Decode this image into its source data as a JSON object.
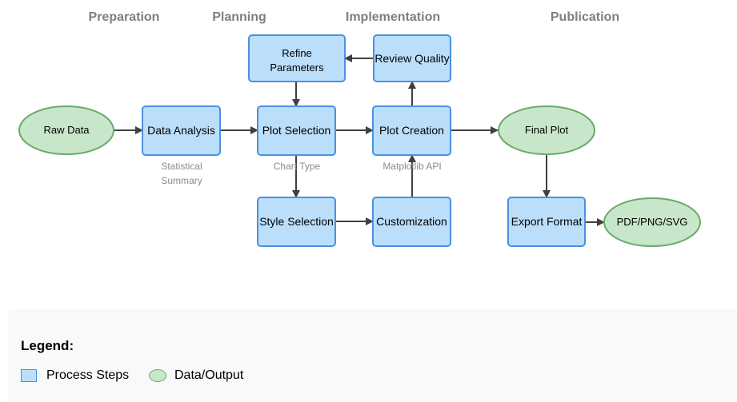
{
  "phases": {
    "preparation": "Preparation",
    "planning": "Planning",
    "implementation": "Implementation",
    "publication": "Publication"
  },
  "nodes": {
    "raw_data": "Raw Data",
    "data_analysis": "Data Analysis",
    "refine_line1": "Refine",
    "refine_line2": "Parameters",
    "plot_selection": "Plot Selection",
    "review_quality": "Review Quality",
    "plot_creation": "Plot Creation",
    "final_plot": "Final Plot",
    "style_selection": "Style Selection",
    "customization": "Customization",
    "export_format": "Export Format",
    "pdf_png_svg": "PDF/PNG/SVG"
  },
  "annotations": {
    "statistical_line1": "Statistical",
    "statistical_line2": "Summary",
    "chart_type": "Chart Type",
    "matplotlib_api": "Matplotlib API"
  },
  "legend": {
    "title": "Legend:",
    "process_steps": "Process Steps",
    "data_output": "Data/Output"
  },
  "colors": {
    "process_fill": "#bbdefb",
    "process_stroke": "#4a90e2",
    "data_fill": "#c8e6c9",
    "data_stroke": "#6aa96a",
    "arrow": "#404040"
  }
}
